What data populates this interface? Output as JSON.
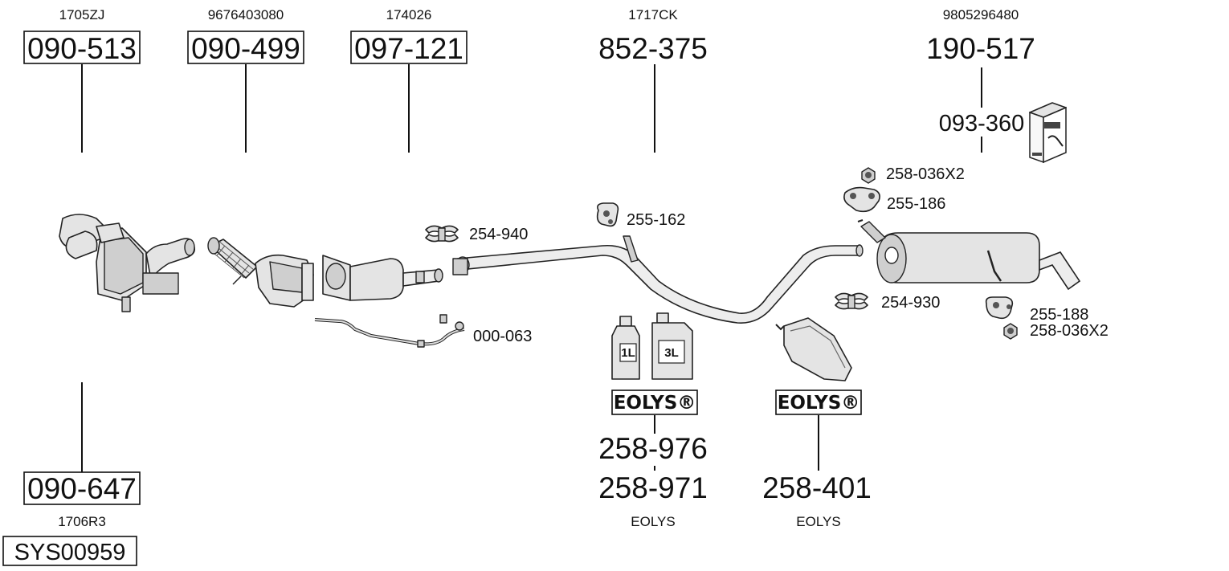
{
  "references": {
    "r1": "1705ZJ",
    "r2": "9676403080",
    "r3": "174026",
    "r4": "1717CK",
    "r5": "9805296480",
    "r6": "1706R3",
    "eolys_a": "EOLYS",
    "eolys_b": "EOLYS"
  },
  "parts": {
    "p090_513": "090-513",
    "p090_499": "090-499",
    "p097_121": "097-121",
    "p852_375": "852-375",
    "p190_517": "190-517",
    "p093_360": "093-360",
    "p090_647": "090-647",
    "p258_976": "258-976",
    "p258_971": "258-971",
    "p258_401": "258-401",
    "system": "SYS00959"
  },
  "small_parts": {
    "p258_036x2_a": "258-036X2",
    "p255_186": "255-186",
    "p255_162": "255-162",
    "p254_940": "254-940",
    "p000_063": "000-063",
    "p254_930": "254-930",
    "p255_188": "255-188",
    "p258_036x2_b": "258-036X2"
  },
  "brand": {
    "logo_a": "EOLYS®",
    "logo_b": "EOLYS®",
    "bottle_small": "1L",
    "bottle_large": "3L"
  }
}
